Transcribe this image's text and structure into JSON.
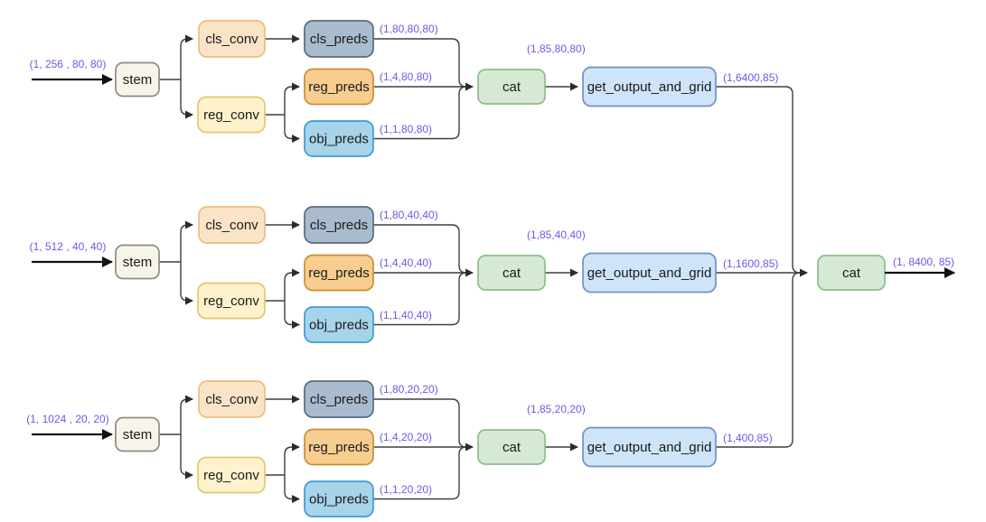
{
  "diagram": {
    "colors": {
      "edge": "#3f3f3f",
      "arrow": "#111111",
      "node_text": "#1a1a1a",
      "label_text": "#6A5AE8",
      "stem_fill": "#F7F5EA",
      "stem_stroke": "#8C8C84",
      "cls_conv_fill": "#FBE3C8",
      "cls_conv_stroke": "#EBBD80",
      "reg_conv_fill": "#FDF2CC",
      "reg_conv_stroke": "#E0C86F",
      "cls_preds_fill": "#A9BCCD",
      "cls_preds_stroke": "#5A6B7C",
      "reg_preds_fill": "#F7CD90",
      "reg_preds_stroke": "#CD8E35",
      "obj_preds_fill": "#A8D4EA",
      "obj_preds_stroke": "#3D9BD1",
      "cat_fill": "#D6E9D4",
      "cat_stroke": "#8DBD88",
      "get_fill": "#CFE3F9",
      "get_stroke": "#7391BD"
    },
    "rows": [
      {
        "input_shape": "(1, 256 , 80, 80)",
        "nodes": {
          "stem": "stem",
          "cls_conv": "cls_conv",
          "reg_conv": "reg_conv",
          "cls_preds": "cls_preds",
          "reg_preds": "reg_preds",
          "obj_preds": "obj_preds",
          "cat": "cat",
          "get_output": "get_output_and_grid"
        },
        "shapes": {
          "cls": "(1,80,80,80)",
          "reg": "(1,4,80,80)",
          "obj": "(1,1,80,80)",
          "cat": "(1,85,80,80)",
          "out": "(1,6400,85)"
        }
      },
      {
        "input_shape": "(1, 512 , 40, 40)",
        "nodes": {
          "stem": "stem",
          "cls_conv": "cls_conv",
          "reg_conv": "reg_conv",
          "cls_preds": "cls_preds",
          "reg_preds": "reg_preds",
          "obj_preds": "obj_preds",
          "cat": "cat",
          "get_output": "get_output_and_grid"
        },
        "shapes": {
          "cls": "(1,80,40,40)",
          "reg": "(1,4,40,40)",
          "obj": "(1,1,40,40)",
          "cat": "(1,85,40,40)",
          "out": "(1,1600,85)"
        }
      },
      {
        "input_shape": "(1, 1024 , 20, 20)",
        "nodes": {
          "stem": "stem",
          "cls_conv": "cls_conv",
          "reg_conv": "reg_conv",
          "cls_preds": "cls_preds",
          "reg_preds": "reg_preds",
          "obj_preds": "obj_preds",
          "cat": "cat",
          "get_output": "get_output_and_grid"
        },
        "shapes": {
          "cls": "(1,80,20,20)",
          "reg": "(1,4,20,20)",
          "obj": "(1,1,20,20)",
          "cat": "(1,85,20,20)",
          "out": "(1,400,85)"
        }
      }
    ],
    "final": {
      "cat": "cat",
      "output_shape": "(1, 8400, 85)"
    }
  }
}
